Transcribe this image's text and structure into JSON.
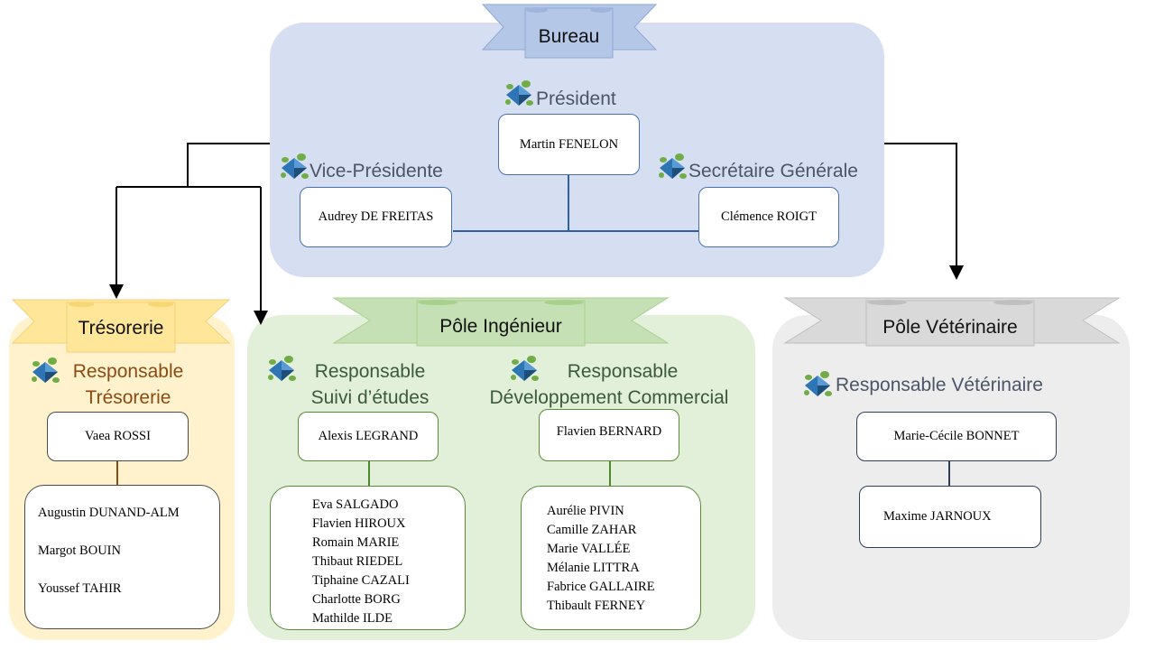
{
  "bureau": {
    "title": "Bureau",
    "president": {
      "role": "Président",
      "name": "Martin FENELON"
    },
    "vice": {
      "role": "Vice-Présidente",
      "name": "Audrey  DE FREITAS"
    },
    "secretary": {
      "role": "Secrétaire Générale",
      "name": "Clémence ROIGT"
    }
  },
  "tresorerie": {
    "title": "Trésorerie",
    "role_line1": "Responsable",
    "role_line2": "Trésorerie",
    "lead": "Vaea  ROSSI",
    "members": [
      "Augustin  DUNAND-ALM",
      "Margot BOUIN",
      "Youssef TAHIR"
    ]
  },
  "ingenieur": {
    "title": "Pôle Ingénieur",
    "suivi": {
      "role_line1": "Responsable",
      "role_line2": "Suivi d’études",
      "lead": "Alexis LEGRAND",
      "members": [
        "Eva  SALGADO",
        "Flavien  HIROUX",
        "Romain  MARIE",
        "Thibaut  RIEDEL",
        "Tiphaine  CAZALI",
        "Charlotte  BORG",
        "Mathilde  ILDE"
      ]
    },
    "commercial": {
      "role_line1": "Responsable",
      "role_line2": "Développement Commercial",
      "lead": "Flavien  BERNARD",
      "members": [
        "Aurélie  PIVIN",
        "Camille  ZAHAR",
        "Marie  VALLÉE",
        "Mélanie  LITTRA",
        "Fabrice  GALLAIRE",
        "Thibault  FERNEY"
      ]
    }
  },
  "veterinaire": {
    "title": "Pôle Vétérinaire",
    "role": "Responsable Vétérinaire",
    "lead": "Marie-Cécile BONNET",
    "member": "Maxime  JARNOUX"
  },
  "colors": {
    "bureau_bg": "#d5dff1",
    "bureau_banner": "#b5c7e7",
    "treso_bg": "#fff2cc",
    "treso_banner": "#ffe699",
    "inge_bg": "#e2efd9",
    "inge_banner": "#c5e0b4",
    "veto_bg": "#ededed",
    "veto_banner": "#d9d9d9",
    "role_treso": "#8a4b15"
  },
  "icons": [
    "turtle-logo-icon"
  ]
}
